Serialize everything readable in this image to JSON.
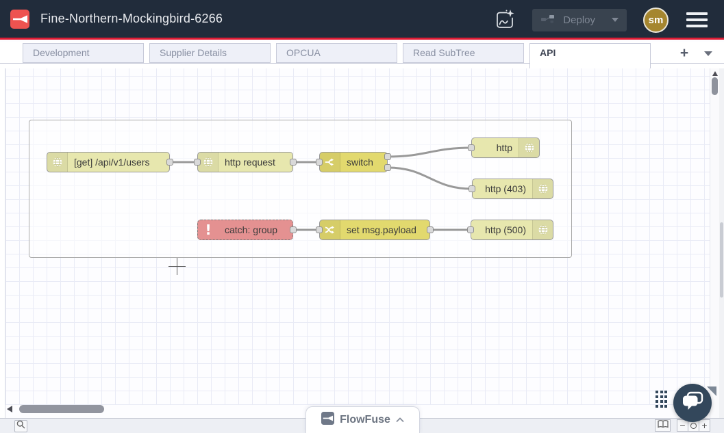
{
  "header": {
    "title": "Fine-Northern-Mockingbird-6266",
    "deploy": {
      "label": "Deploy",
      "enabled": false
    },
    "avatar": {
      "initials": "sm"
    }
  },
  "tabs": {
    "items": [
      {
        "label": "Development",
        "active": false
      },
      {
        "label": "Supplier Details",
        "active": false
      },
      {
        "label": "OPCUA",
        "active": false
      },
      {
        "label": "Read SubTree",
        "active": false
      },
      {
        "label": "API",
        "active": true
      }
    ],
    "add_label": "+"
  },
  "flow": {
    "nodes": [
      {
        "id": "http-in",
        "label": "[get] /api/v1/users",
        "type": "http in",
        "color": "#e7e7ae",
        "icon": "globe-icon"
      },
      {
        "id": "http-request",
        "label": "http request",
        "type": "http request",
        "color": "#e7e7ae",
        "icon": "globe-icon"
      },
      {
        "id": "switch",
        "label": "switch",
        "type": "switch",
        "color": "#e2d96e",
        "icon": "fork-icon"
      },
      {
        "id": "http-response",
        "label": "http",
        "type": "http response",
        "color": "#e7e7ae",
        "icon": "globe-icon"
      },
      {
        "id": "http-403",
        "label": "http (403)",
        "type": "http response",
        "color": "#e7e7ae",
        "icon": "globe-icon"
      },
      {
        "id": "catch",
        "label": "catch: group",
        "type": "catch",
        "color": "#e49191",
        "icon": "exclamation-icon"
      },
      {
        "id": "change",
        "label": "set msg.payload",
        "type": "change",
        "color": "#e2d96e",
        "icon": "shuffle-icon"
      },
      {
        "id": "http-500",
        "label": "http (500)",
        "type": "http response",
        "color": "#e7e7ae",
        "icon": "globe-icon"
      }
    ],
    "wires": [
      {
        "from": "http-in",
        "to": "http-request"
      },
      {
        "from": "http-request",
        "to": "switch"
      },
      {
        "from": "switch:1",
        "to": "http-response"
      },
      {
        "from": "switch:2",
        "to": "http-403"
      },
      {
        "from": "catch",
        "to": "change"
      },
      {
        "from": "change",
        "to": "http-500"
      }
    ]
  },
  "footer": {
    "brand": "FlowFuse",
    "zoom_out_label": "−",
    "zoom_in_label": "+"
  },
  "colors": {
    "header_bg": "#212c3b",
    "accent_red": "#dd1c35",
    "logo_red": "#ee5350",
    "node_http": "#e7e7ae",
    "node_yellow": "#e2d96e",
    "node_catch": "#e49191",
    "wire": "#999999",
    "chat_bg": "#33475b",
    "avatar_bg": "#a5862f"
  }
}
